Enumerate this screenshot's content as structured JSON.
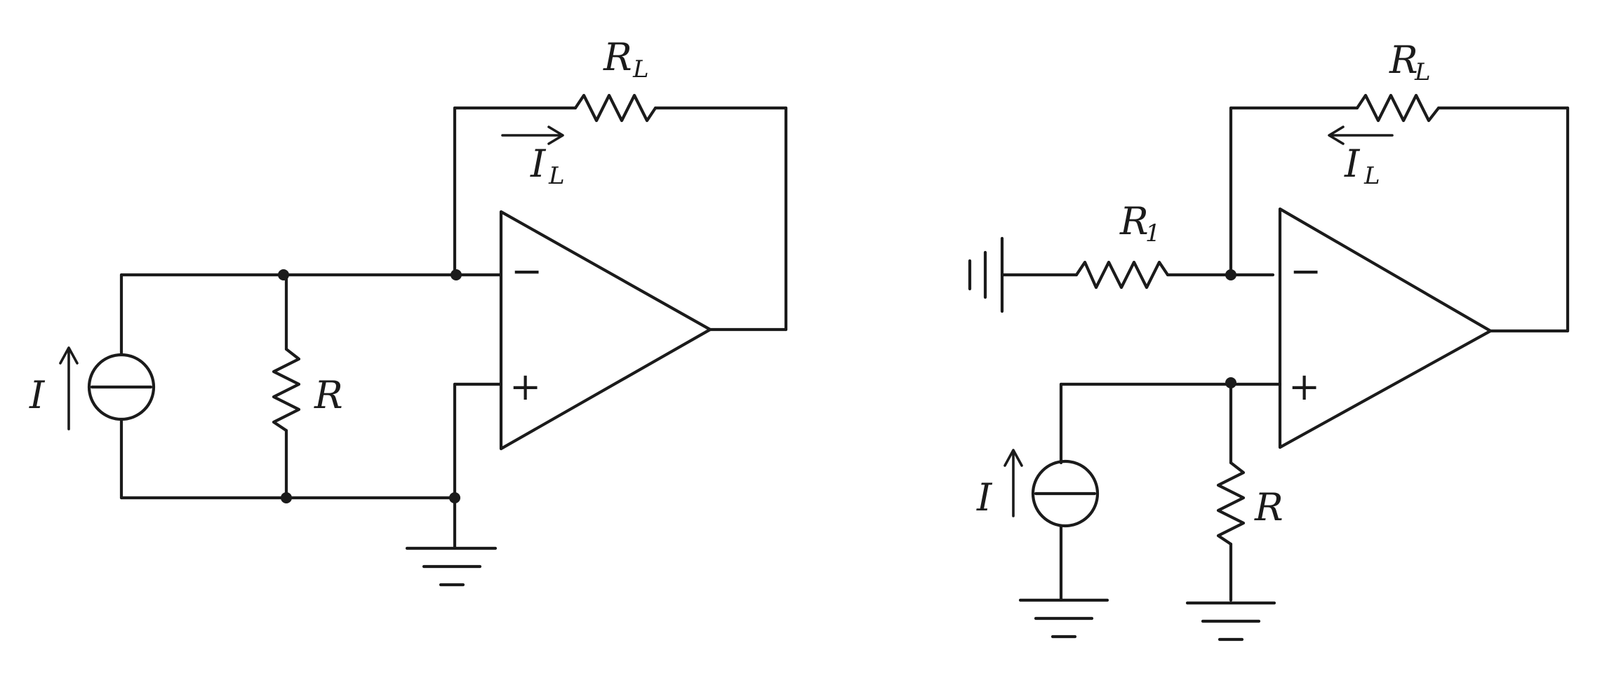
{
  "left_circuit": {
    "current_source_label": "I",
    "shunt_resistor_label": "R",
    "load_resistor_label": "R",
    "load_resistor_sub": "L",
    "load_current_label": "I",
    "load_current_sub": "L",
    "inverting_input_sign": "−",
    "noninverting_input_sign": "+"
  },
  "right_circuit": {
    "current_source_label": "I",
    "shunt_resistor_label": "R",
    "input_resistor_label": "R",
    "input_resistor_sub": "1",
    "load_resistor_label": "R",
    "load_resistor_sub": "L",
    "load_current_label": "I",
    "load_current_sub": "L",
    "inverting_input_sign": "−",
    "noninverting_input_sign": "+"
  },
  "colors": {
    "ink": "#1b1b1b",
    "paper": "#ffffff"
  }
}
